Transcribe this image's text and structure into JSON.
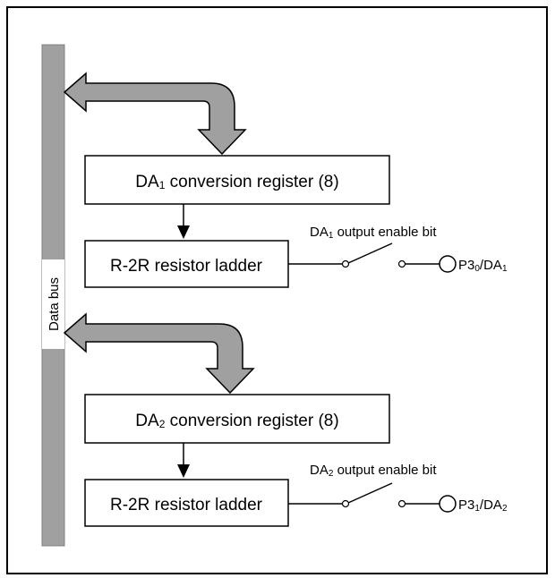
{
  "data_bus": {
    "label": "Data bus"
  },
  "channels": [
    {
      "register": {
        "prefix": "DA",
        "sub": "1",
        "suffix": " conversion register (8)"
      },
      "ladder": {
        "label": "R-2R resistor ladder"
      },
      "enable_bit": {
        "prefix": "DA",
        "sub": "1",
        "suffix": " output enable bit"
      },
      "pin": {
        "a": "P3",
        "a_sub": "0",
        "b": "/DA",
        "b_sub": "1"
      }
    },
    {
      "register": {
        "prefix": "DA",
        "sub": "2",
        "suffix": " conversion register (8)"
      },
      "ladder": {
        "label": "R-2R resistor ladder"
      },
      "enable_bit": {
        "prefix": "DA",
        "sub": "2",
        "suffix": " output enable bit"
      },
      "pin": {
        "a": "P3",
        "a_sub": "1",
        "b": "/DA",
        "b_sub": "2"
      }
    }
  ],
  "colors": {
    "bus_fill": "#a0a0a0",
    "stroke": "#000000",
    "background": "#ffffff"
  }
}
